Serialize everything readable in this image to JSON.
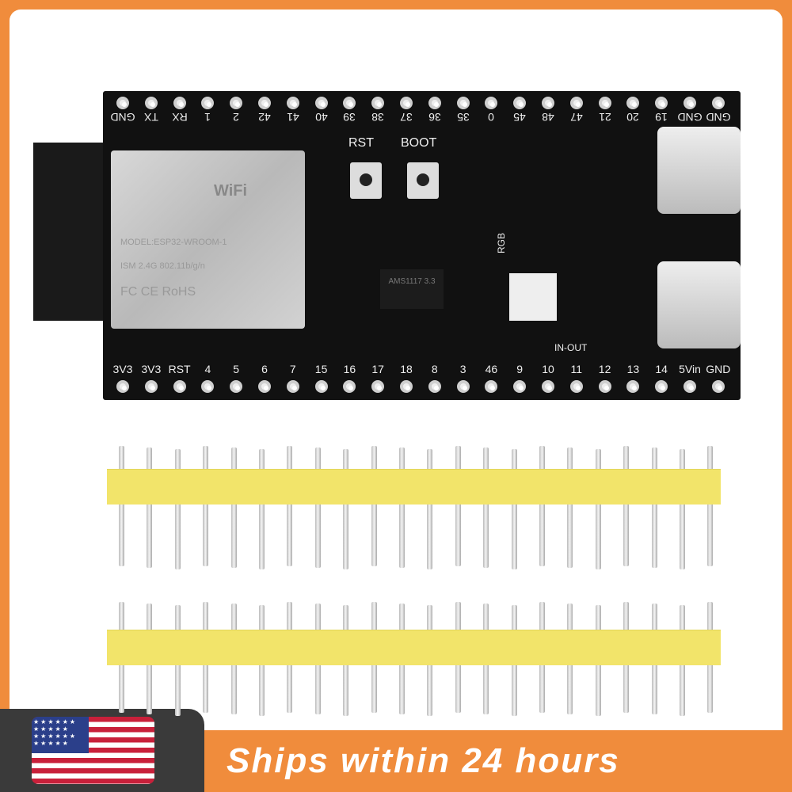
{
  "board": {
    "top_pins": [
      "GND",
      "TX",
      "RX",
      "1",
      "2",
      "42",
      "41",
      "40",
      "39",
      "38",
      "37",
      "36",
      "35",
      "0",
      "45",
      "48",
      "47",
      "21",
      "20",
      "19",
      "GND",
      "GND"
    ],
    "bottom_pins": [
      "3V3",
      "3V3",
      "RST",
      "4",
      "5",
      "6",
      "7",
      "15",
      "16",
      "17",
      "18",
      "8",
      "3",
      "46",
      "9",
      "10",
      "11",
      "12",
      "13",
      "14",
      "5Vin",
      "GND"
    ],
    "rst_label": "RST",
    "boot_label": "BOOT",
    "rgb_label": "RGB",
    "in_out_label": "IN-OUT",
    "module_text": [
      "MODEL:ESP32-WROOM-1",
      "ISM 2.4G 802.11b/g/n",
      "FC CE RoHS"
    ],
    "module_logo": "WiFi",
    "regulator_text": "AMS1117 3.3"
  },
  "banner": {
    "text": "Ships within 24 hours",
    "color": "#f08c3c"
  },
  "flag": "us-flag-icon"
}
